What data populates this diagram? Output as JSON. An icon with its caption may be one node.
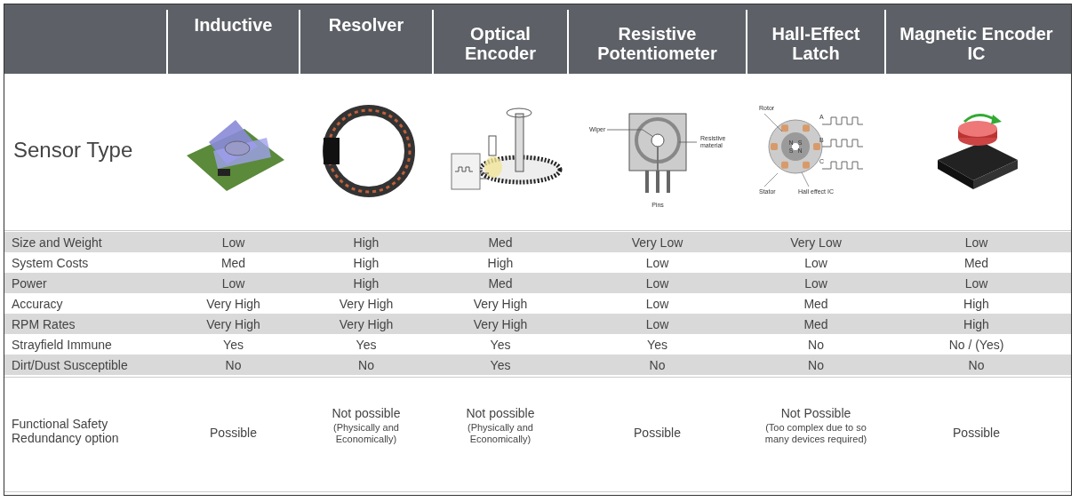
{
  "diagram": {
    "labels": [
      "Inductive",
      "Resolver",
      "Optical Encoder",
      "Resistive Potentiometer",
      "Hall-Effect Latch",
      "Magnetic Encoder IC",
      "Sensor Type",
      "Wiper",
      "Resistive material",
      "Pins",
      "Rotor",
      "A",
      "B",
      "N",
      "S",
      "S",
      "N",
      "C",
      "Stator",
      "Hall effect IC",
      "Size and Weight",
      "Low",
      "High",
      "Med",
      "Very Low",
      "Very Low",
      "Low",
      "System Costs",
      "Med",
      "High",
      "High",
      "Low",
      "Low",
      "Med",
      "Power",
      "Low",
      "High",
      "Med",
      "Low",
      "Low",
      "Low",
      "Accuracy",
      "Very High",
      "Very High",
      "Very High",
      "Low",
      "Med",
      "High",
      "RPM Rates",
      "Very High",
      "Very High",
      "Very High",
      "Low",
      "Med",
      "High",
      "Strayfield Immune",
      "Yes",
      "Yes",
      "Yes",
      "Yes",
      "No",
      "No / (Yes)",
      "Dirt/Dust Susceptible",
      "No",
      "No",
      "Yes",
      "No",
      "No",
      "No",
      "Functional Safety Redundancy option",
      "Possible",
      "Not possible",
      "(Physically and Economically)",
      "Not possible",
      "(Physically and Economically)",
      "Possible",
      "Not Possible",
      "(Too complex due to so many devices required)",
      "Possible"
    ]
  }
}
